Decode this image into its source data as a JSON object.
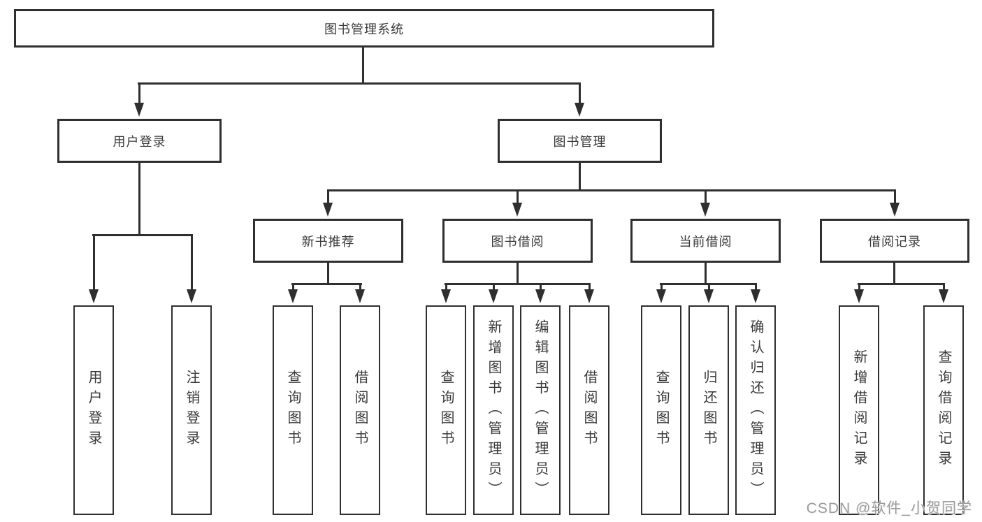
{
  "root": {
    "label": "图书管理系统"
  },
  "user_login": {
    "label": "用户登录",
    "children": [
      {
        "label": "用户登录"
      },
      {
        "label": "注销登录"
      }
    ]
  },
  "book_management": {
    "label": "图书管理",
    "sections": [
      {
        "label": "新书推荐",
        "children": [
          {
            "label": "查询图书"
          },
          {
            "label": "借阅图书"
          }
        ]
      },
      {
        "label": "图书借阅",
        "children": [
          {
            "label": "查询图书"
          },
          {
            "label": "新增图书（管理员）"
          },
          {
            "label": "编辑图书（管理员）"
          },
          {
            "label": "借阅图书"
          }
        ]
      },
      {
        "label": "当前借阅",
        "children": [
          {
            "label": "查询图书"
          },
          {
            "label": "归还图书"
          },
          {
            "label": "确认归还（管理员）"
          }
        ]
      },
      {
        "label": "借阅记录",
        "children": [
          {
            "label": "新增借阅记录"
          },
          {
            "label": "查询借阅记录"
          }
        ]
      }
    ]
  },
  "watermark": "CSDN @软件_小贺同学",
  "colors": {
    "line": "#2f2f2f",
    "text": "#3a3a3a",
    "watermark": "#9c9c9c",
    "background": "#ffffff"
  }
}
